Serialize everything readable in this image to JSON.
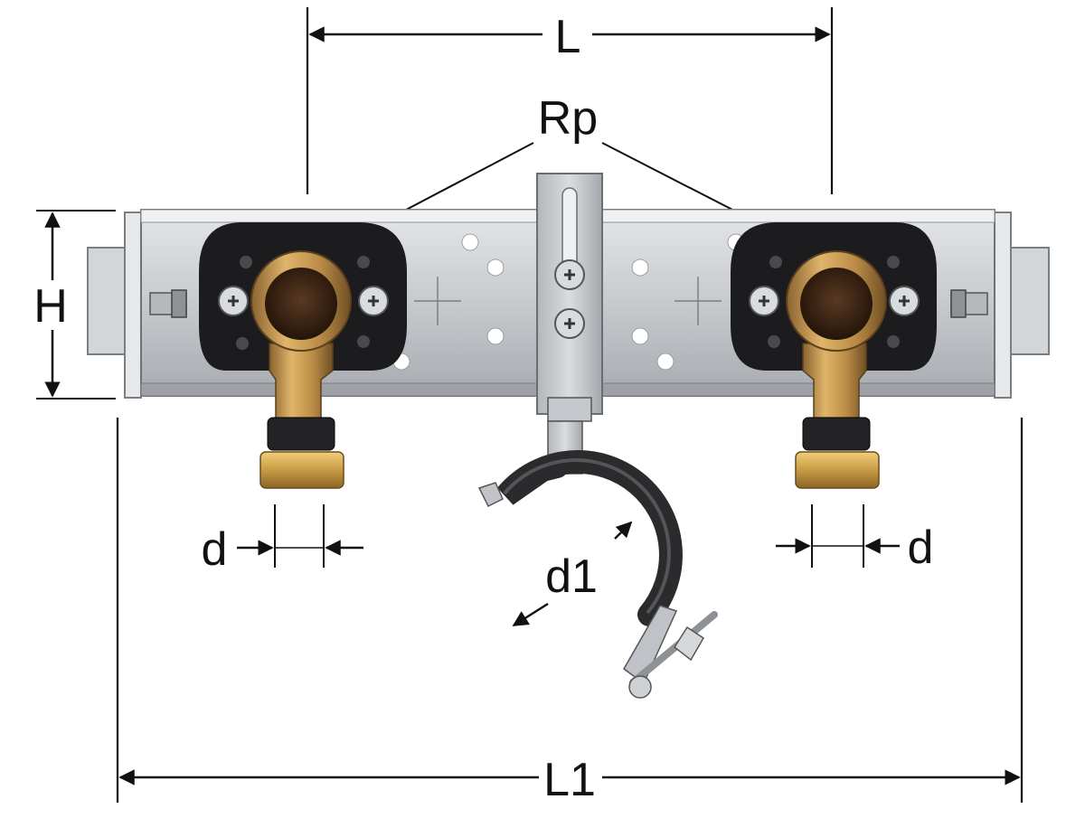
{
  "dimensions": {
    "L": "L",
    "Rp": "Rp",
    "H": "H",
    "d_left": "d",
    "d_right": "d",
    "d1": "d1",
    "L1": "L1"
  },
  "colors": {
    "rail": "#c9ccd0",
    "rail_dark": "#8e9297",
    "gasket": "#1c1c1e",
    "brass": "#c99a52",
    "brass_dark": "#7a5a2a",
    "bore": "#3a2416",
    "rubber": "#2b2b2d",
    "dimension_line": "#111111"
  },
  "icons": [
    "dimension-arrow",
    "screw-icon",
    "mounting-hole",
    "pipe-clamp",
    "elbow-fitting"
  ]
}
